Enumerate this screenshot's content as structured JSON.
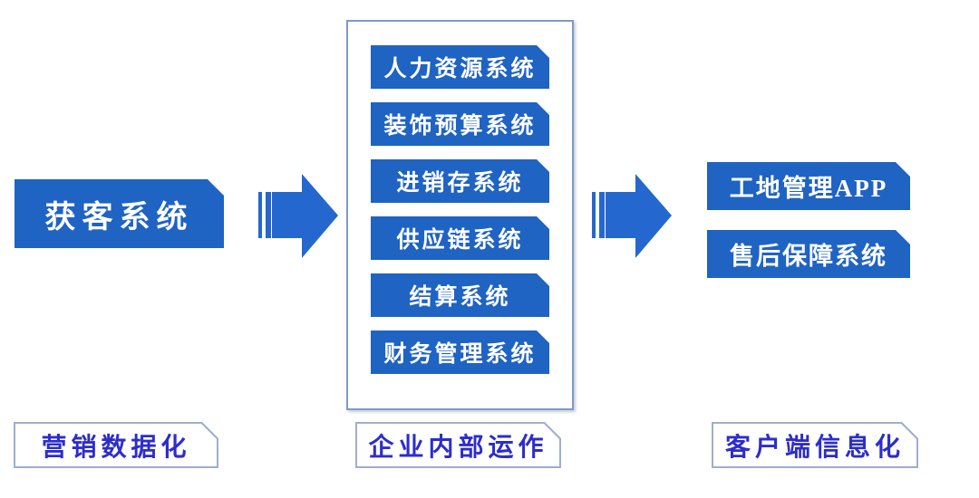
{
  "stage1": {
    "system": "获客系统",
    "label": "营销数据化"
  },
  "stage2": {
    "systems": [
      "人力资源系统",
      "装饰预算系统",
      "进销存系统",
      "供应链系统",
      "结算系统",
      "财务管理系统"
    ],
    "label": "企业内部运作"
  },
  "stage3": {
    "systems": [
      "工地管理APP",
      "售后保障系统"
    ],
    "label": "客户端信息化"
  },
  "colors": {
    "box_blue": "#1f63c3",
    "arrow_blue": "#2468cf",
    "panel_border": "#7e9ac9",
    "label_border": "#9db0cc",
    "label_text": "#2d2dcb"
  }
}
